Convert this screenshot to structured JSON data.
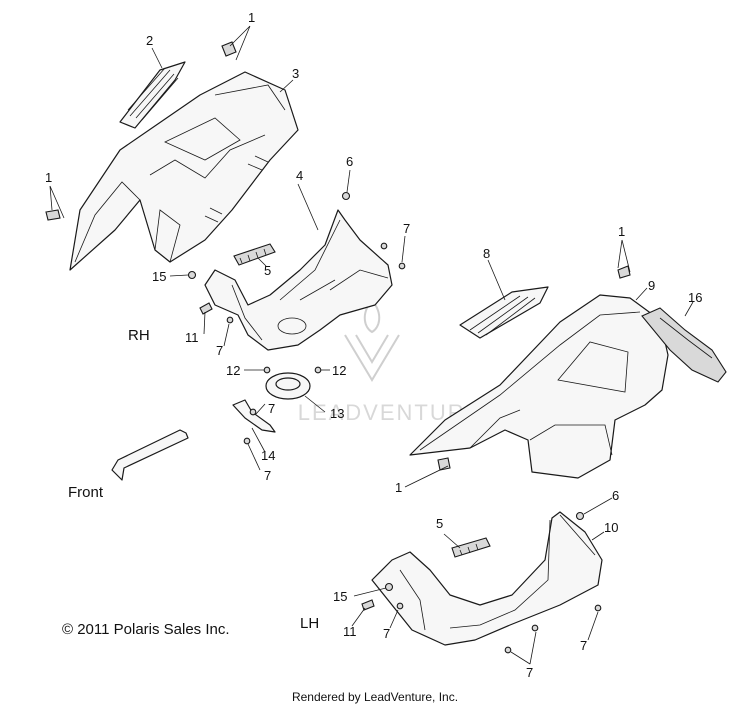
{
  "side_labels": {
    "rh": "RH",
    "lh": "LH"
  },
  "direction_label": "Front",
  "copyright": "© 2011 Polaris Sales Inc.",
  "footer": "Rendered by LeadVenture, Inc.",
  "watermark": "LEADVENTURE",
  "callouts": {
    "c1_top": "1",
    "c2": "2",
    "c3": "3",
    "c1_left": "1",
    "c6_upper": "6",
    "c4": "4",
    "c7_a": "7",
    "c5_upper": "5",
    "c15_upper": "15",
    "c11_upper": "11",
    "c7_b": "7",
    "c12_left": "12",
    "c12_right": "12",
    "c7_c": "7",
    "c13": "13",
    "c14": "14",
    "c7_d": "7",
    "c8": "8",
    "c1_right": "1",
    "c9": "9",
    "c16": "16",
    "c1_lower": "1",
    "c6_lower": "6",
    "c5_lower": "5",
    "c10": "10",
    "c15_lower": "15",
    "c11_lower": "11",
    "c7_e": "7",
    "c7_f": "7",
    "c7_g": "7"
  }
}
